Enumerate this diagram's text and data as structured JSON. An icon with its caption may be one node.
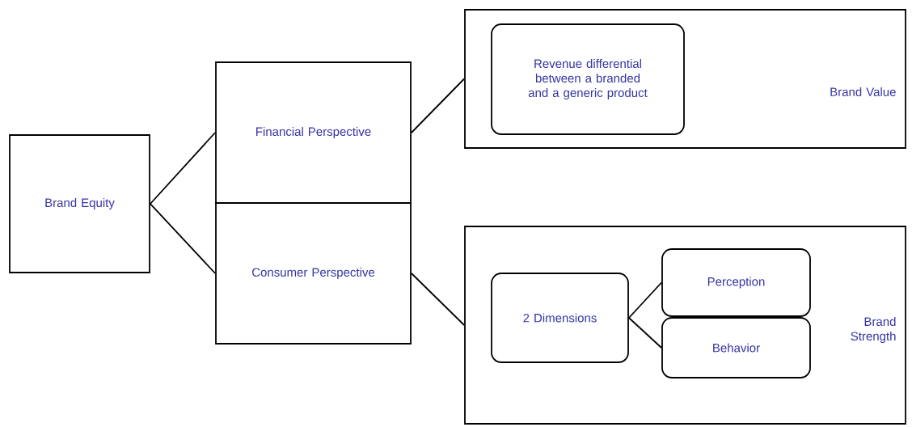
{
  "diagram": {
    "nodes": [
      {
        "text": [
          "Brand Equity"
        ]
      },
      {
        "text": [
          "Financial Perspective"
        ]
      },
      {
        "text": [
          "Consumer Perspective"
        ]
      },
      {
        "text": [
          "Brand Value"
        ]
      },
      {
        "text": [
          "Revenue differential between a branded and a generic product"
        ],
        "in": 3
      },
      {
        "text": [
          "Brand Strength"
        ]
      },
      {
        "text": [
          "2 Dimensions"
        ],
        "in": 5
      },
      {
        "text": [
          "Perception"
        ],
        "in": 5
      },
      {
        "text": [
          "Behavior"
        ],
        "in": 5
      }
    ],
    "edges": [
      {
        "from": 0,
        "to": 1,
        "arrow": "none"
      },
      {
        "from": 0,
        "to": 2,
        "arrow": "none"
      },
      {
        "from": 1,
        "to": 3,
        "arrow": "none"
      },
      {
        "from": 2,
        "to": 5,
        "arrow": "none"
      },
      {
        "from": 6,
        "to": 7,
        "arrow": "none"
      },
      {
        "from": 6,
        "to": 8,
        "arrow": "none"
      }
    ]
  }
}
